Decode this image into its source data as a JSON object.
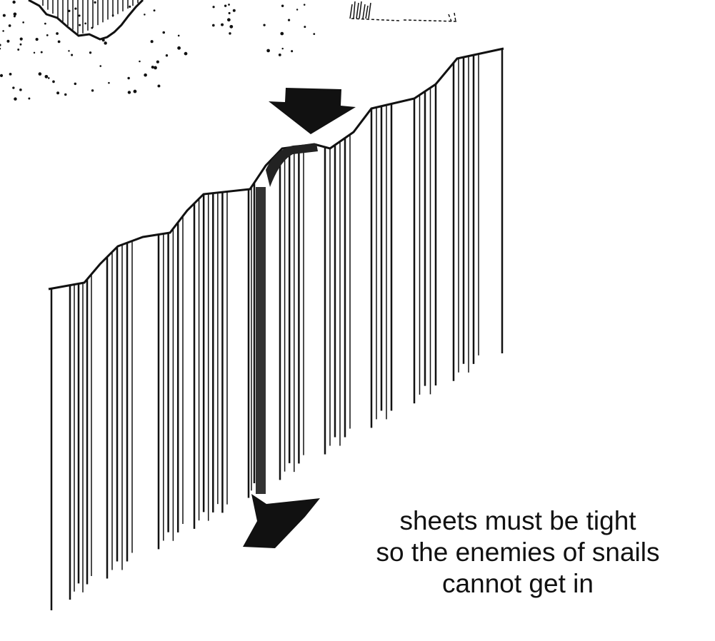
{
  "caption": {
    "lines": [
      "sheets must be tight",
      "so the enemies of snails",
      "cannot get in"
    ]
  },
  "colors": {
    "ink": "#111111",
    "background": "#ffffff"
  }
}
